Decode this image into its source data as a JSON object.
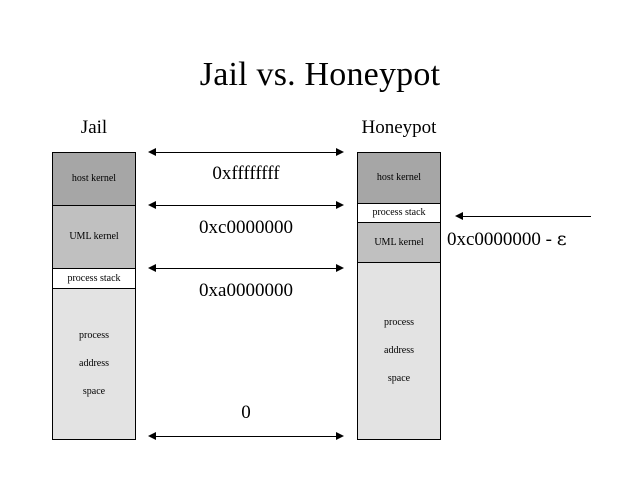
{
  "slide": {
    "title": "Jail vs. Honeypot",
    "background_color": "#ffffff",
    "text_color": "#000000"
  },
  "columns": {
    "left": {
      "heading": "Jail",
      "segments": [
        {
          "label": "host kernel",
          "fill": "#a6a6a6"
        },
        {
          "label": "UML kernel",
          "fill": "#c0c0c0"
        },
        {
          "label": "process stack",
          "fill": "#ffffff"
        },
        {
          "label": "process address space",
          "lines": [
            "process",
            "address",
            "space"
          ],
          "fill": "#e3e3e3"
        }
      ]
    },
    "right": {
      "heading": "Honeypot",
      "segments": [
        {
          "label": "host kernel",
          "fill": "#a6a6a6"
        },
        {
          "label": "process stack",
          "fill": "#ffffff"
        },
        {
          "label": "UML kernel",
          "fill": "#c0c0c0"
        },
        {
          "label": "process address space",
          "lines": [
            "process",
            "address",
            "space"
          ],
          "fill": "#e3e3e3"
        }
      ]
    }
  },
  "address_labels": {
    "top": "0xffffffff",
    "middle": "0xc0000000",
    "low": "0xa0000000",
    "zero": "0",
    "epsilon_prefix": "0xc0000000 - ",
    "epsilon_symbol": "ε"
  },
  "arrows": {
    "top": "double-headed-arrow-top",
    "middle": "double-headed-arrow-middle",
    "low": "double-headed-arrow-low",
    "bottom": "double-headed-arrow-bottom",
    "epsilon": "left-pointing-arrow-epsilon"
  }
}
